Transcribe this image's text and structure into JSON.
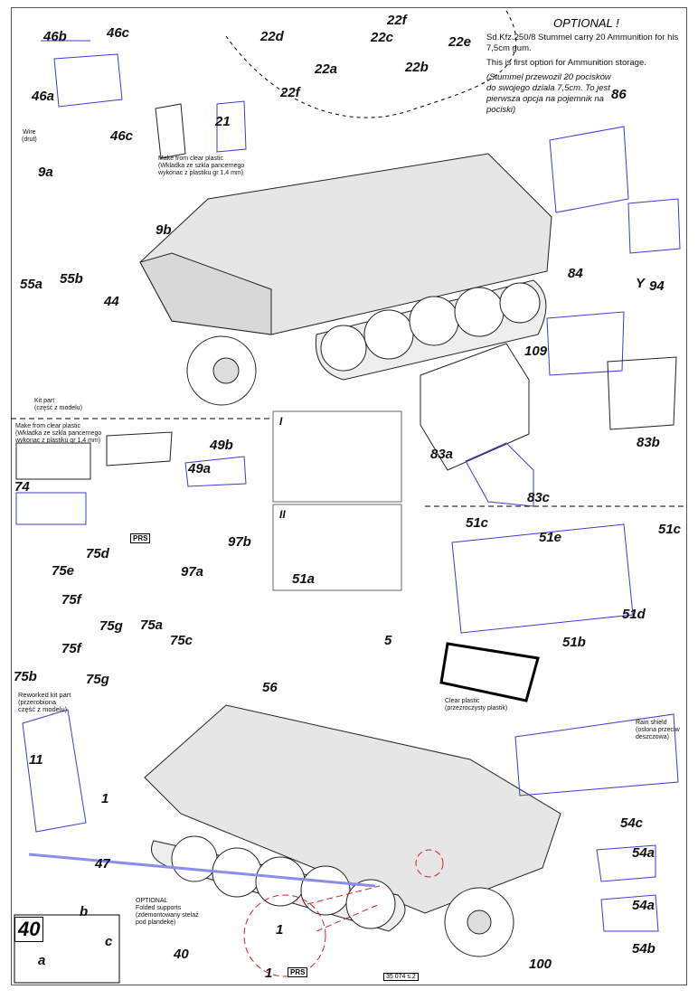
{
  "optional_note": {
    "title": "OPTIONAL !",
    "line1": "Sd.Kfz.250/8 Stummel carry 20 Ammunition for his 7,5cm gum.",
    "line2": "This is first option for Ammunition storage.",
    "line3": "(Stummel przewozil 20 pocisków do swojego dzialа 7,5cm. To jest pierwsza opcja na pojemnik na pociski)"
  },
  "notes": {
    "clear_plastic_top": "Make from clear plastic\n(Wkladka ze szkla pancernego\nwykonac z plastiku gr 1,4 mm)",
    "clear_plastic_mid": "Make from clear plastic\n(Wkladka ze szkla pancernego\nwykonac z plastiku gr 1,4 mm)",
    "wire": "Wire\n(drut)",
    "kit_part": "Kit part\n(część z modelu)",
    "reworked": "Reworked kit part\n(przerobiona\nczęść z modelu)",
    "clear_plastic": "Clear plastic\n(przezroczysty plastik)",
    "rain_shield": "Rain shield\n(oslona przeciw\ndeszczowa)",
    "folded": "OPTIONAL\nFolded supports\n(zdemontowany stelaż\npod plandekę)"
  },
  "prs_label": "PRS",
  "step_number": "40",
  "sheet_id": "35 074 s.2",
  "detail_views": [
    "I",
    "II"
  ],
  "part_labels": [
    "46b",
    "46c",
    "46a",
    "46c",
    "21",
    "22d",
    "22f",
    "22c",
    "22e",
    "22a",
    "22b",
    "22f",
    "86",
    "9a",
    "9b",
    "84",
    "Y",
    "94",
    "55a",
    "55b",
    "44",
    "109",
    "83a",
    "83b",
    "83c",
    "74",
    "49b",
    "49a",
    "97b",
    "97a",
    "75d",
    "75e",
    "75f",
    "75g",
    "75a",
    "75c",
    "75f",
    "75b",
    "75g",
    "51c",
    "51e",
    "51c",
    "51a",
    "5",
    "51d",
    "51b",
    "56",
    "11",
    "1",
    "54c",
    "54a",
    "47",
    "54a",
    "40",
    "54b",
    "100",
    "1",
    "1",
    "a",
    "b",
    "c"
  ],
  "colors": {
    "part_outline": "#3b3bd6",
    "line": "#222222",
    "callout": "#d42020",
    "hull_fill": "#e6e6e6"
  }
}
